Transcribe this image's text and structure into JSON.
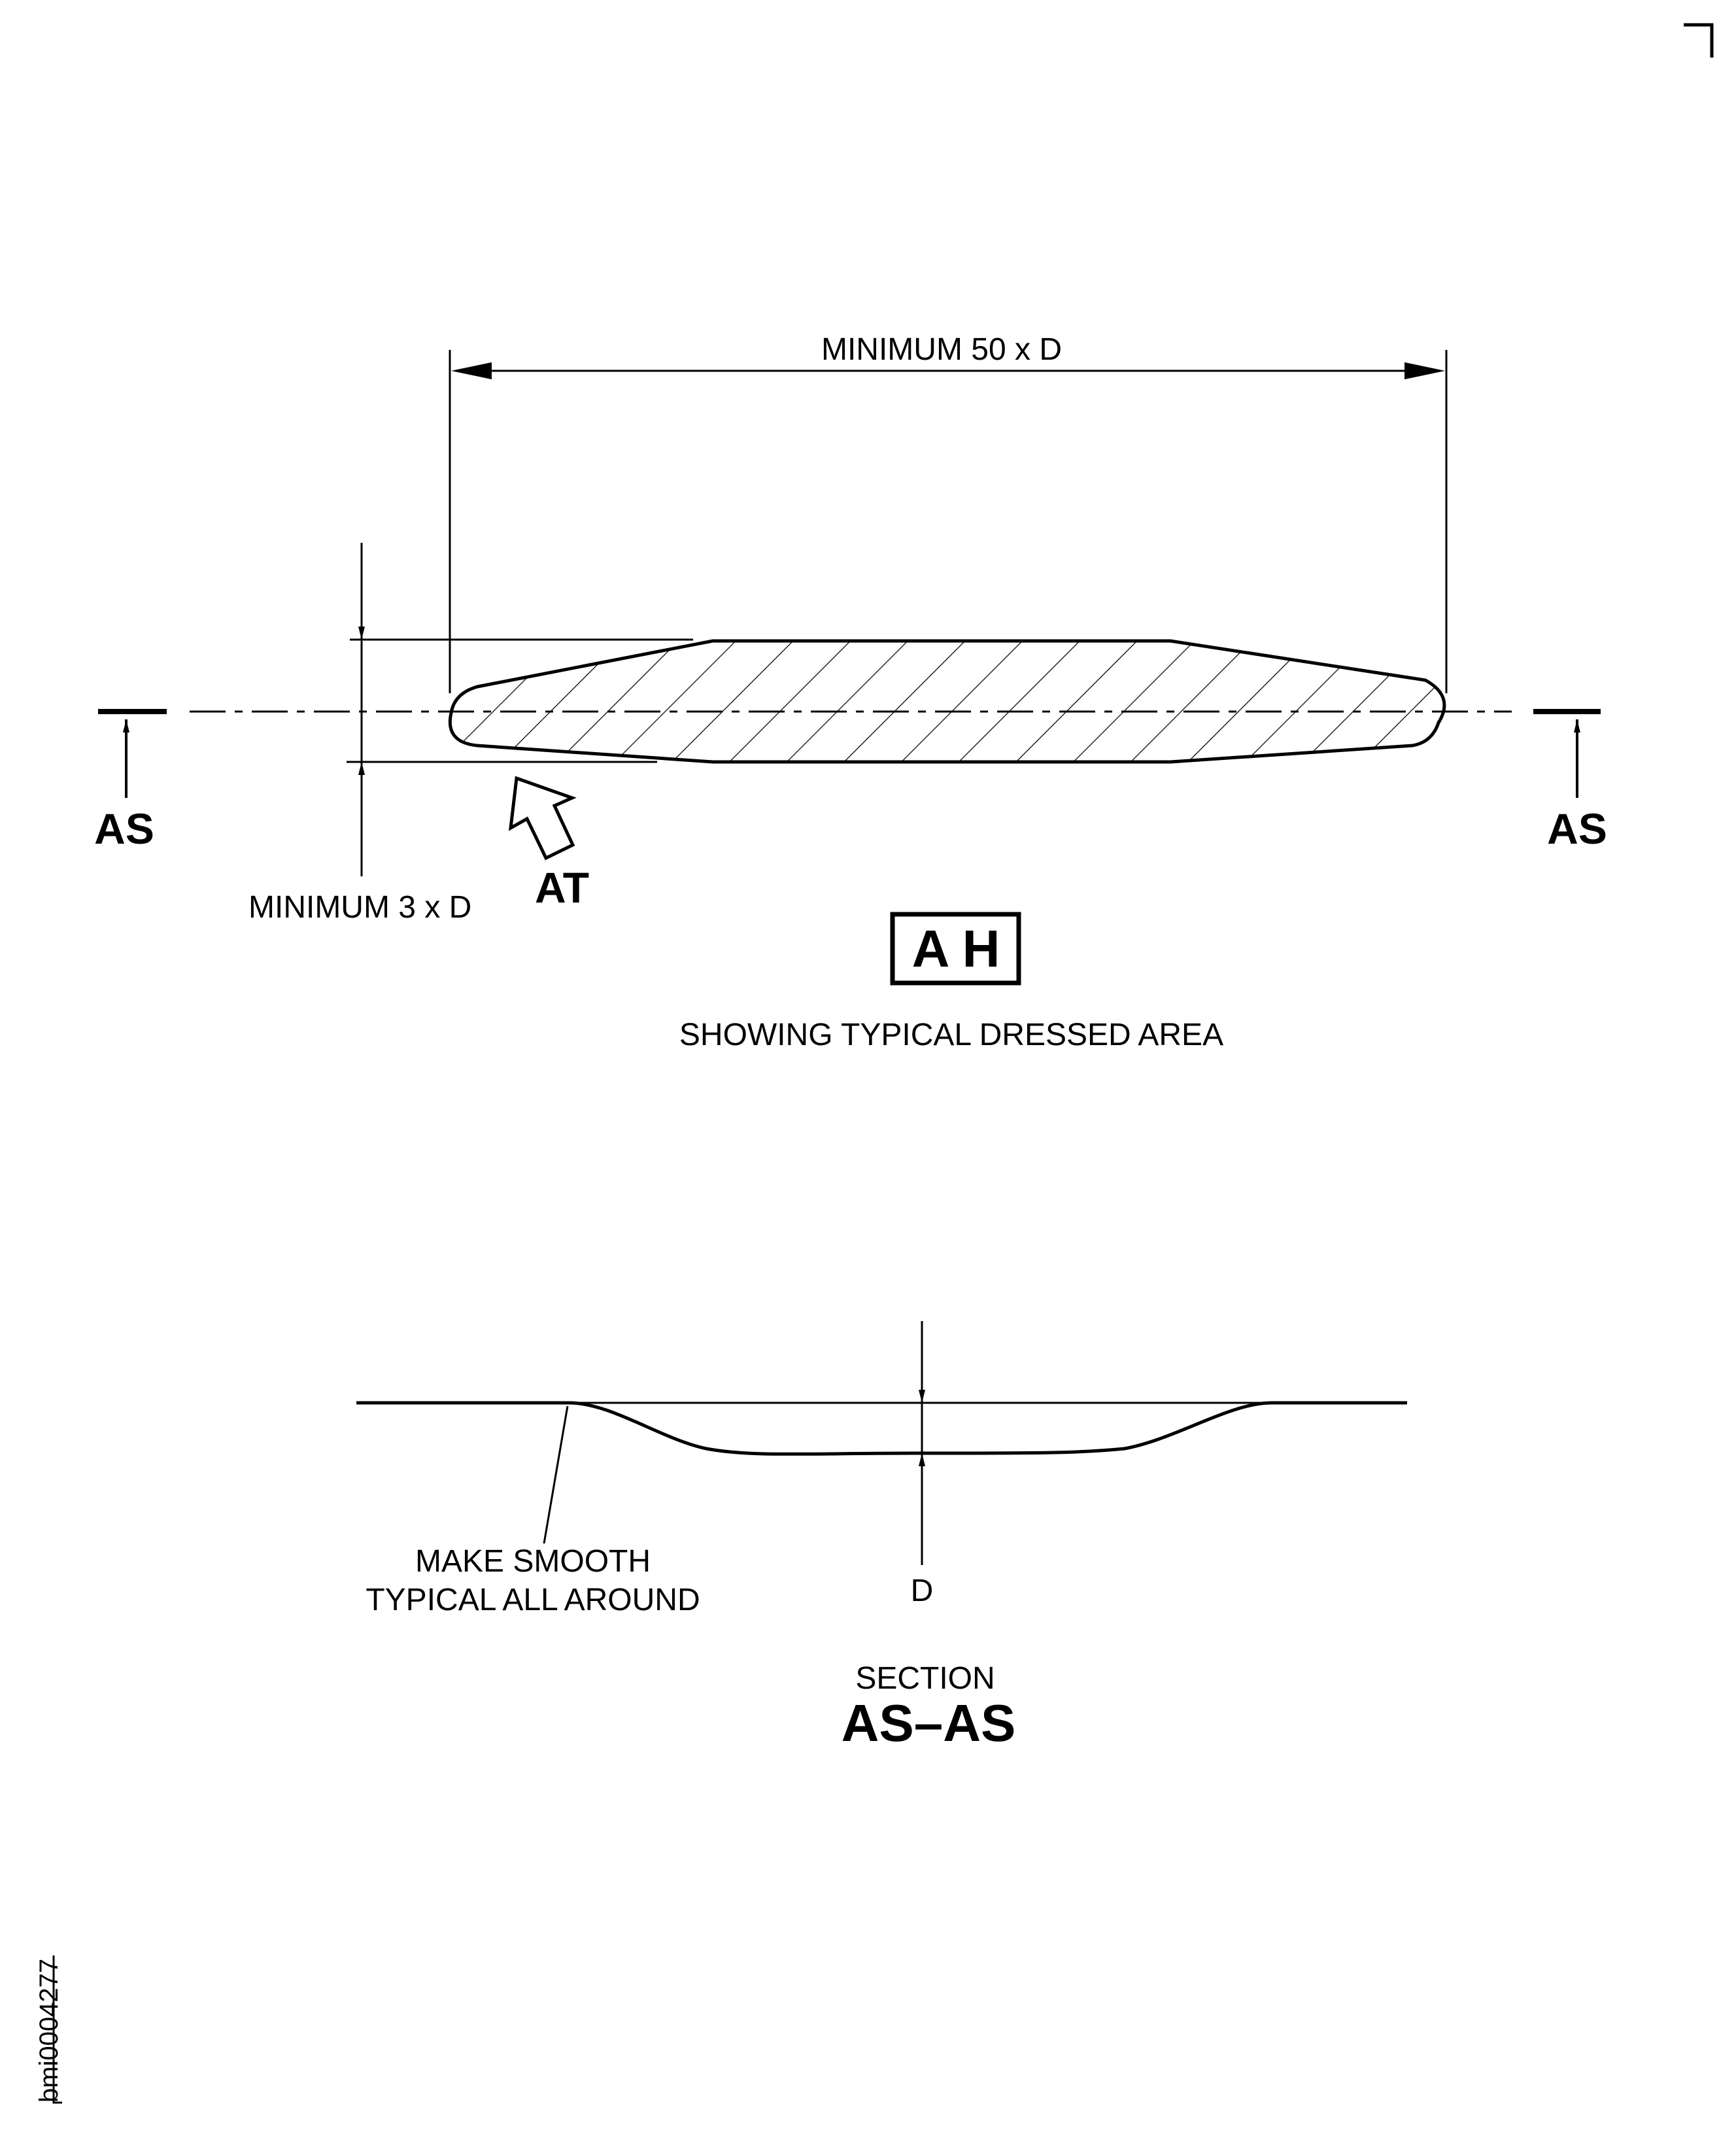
{
  "labels": {
    "dim_length": "MINIMUM 50 x D",
    "dim_width": "MINIMUM 3 x D",
    "section_arrow_left": "AS",
    "section_arrow_right": "AS",
    "view_arrow": "AT",
    "view_id": "A H",
    "view_caption": "SHOWING TYPICAL DRESSED AREA",
    "note_line1": "MAKE SMOOTH",
    "note_line2": "TYPICAL ALL AROUND",
    "depth_label": "D",
    "section_word": "SECTION",
    "section_id": "AS–AS",
    "figure_id": "bmi0004277"
  }
}
